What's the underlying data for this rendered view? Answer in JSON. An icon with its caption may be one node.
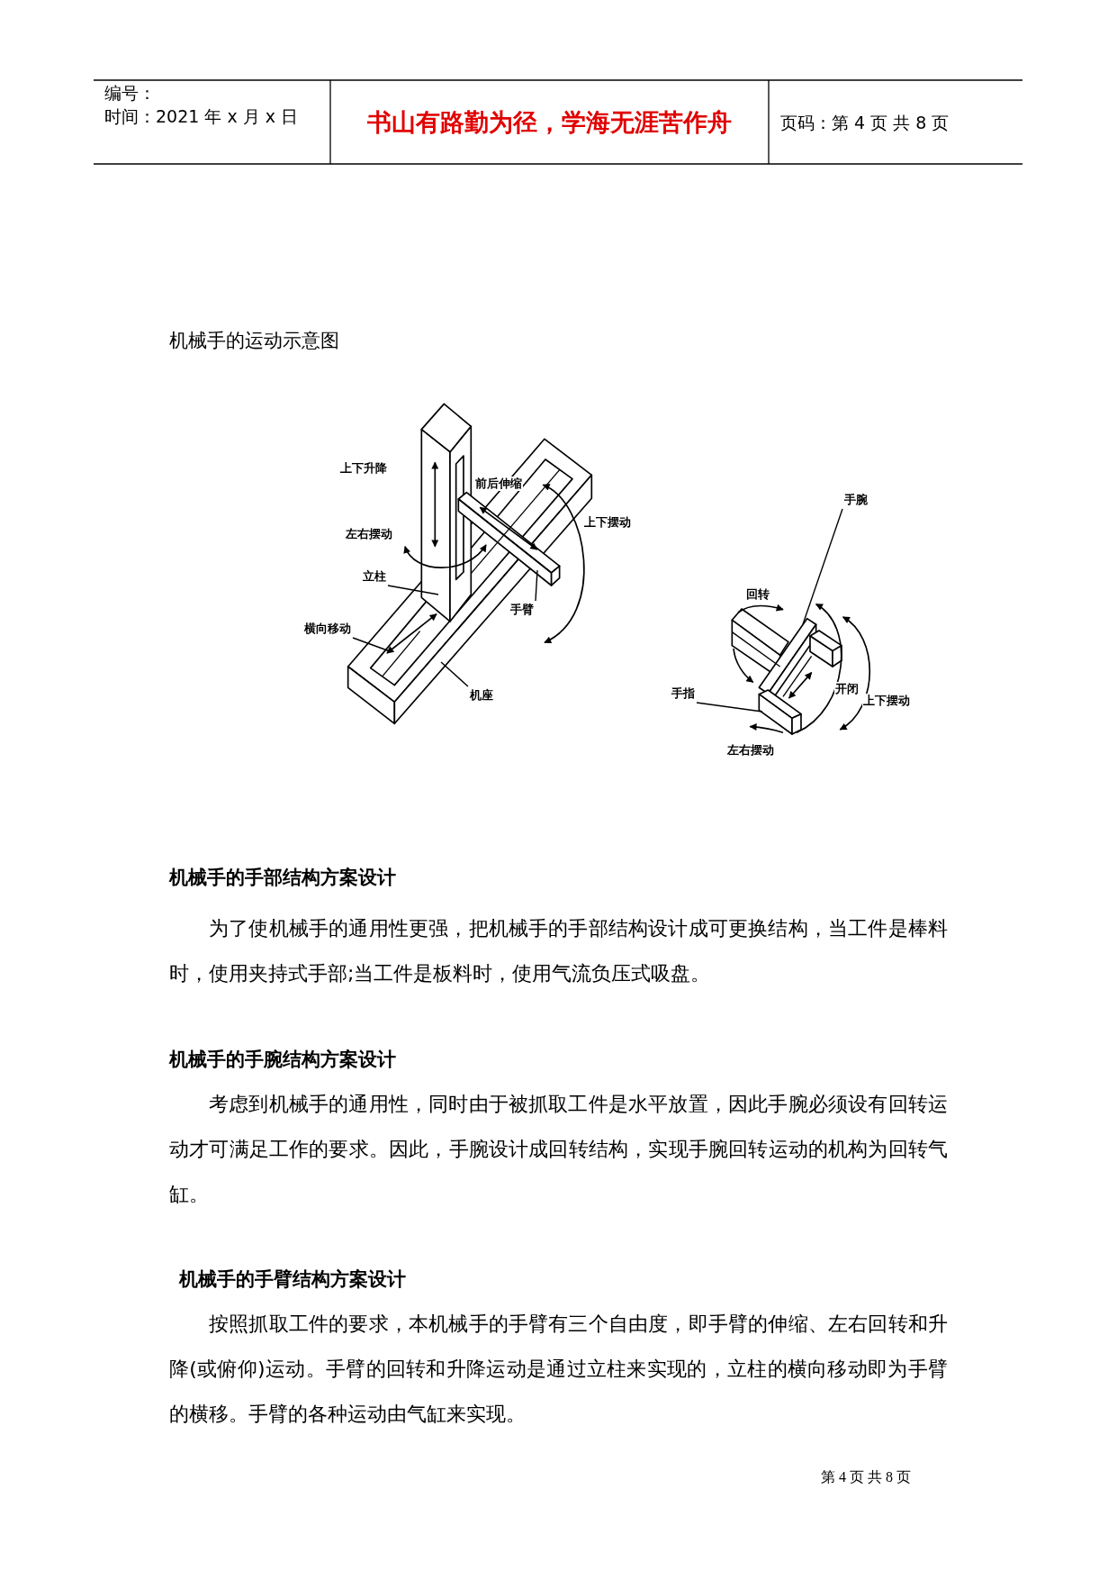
{
  "diagram": {
    "title": "机械手的运动示意图",
    "nodes": [
      {
        "text": [
          "立柱"
        ]
      },
      {
        "text": [
          "手臂"
        ]
      },
      {
        "text": [
          "横向移动"
        ]
      },
      {
        "text": [
          "机座"
        ]
      },
      {
        "text": [
          "手腕"
        ]
      },
      {
        "text": [
          "手指"
        ]
      }
    ],
    "edges": [
      {
        "from": 0,
        "to": null,
        "arrow": "none"
      },
      {
        "from": 1,
        "to": null,
        "arrow": "none"
      },
      {
        "from": 2,
        "to": null,
        "arrow": "none"
      },
      {
        "from": 3,
        "to": null,
        "arrow": "none"
      },
      {
        "from": 4,
        "to": null,
        "arrow": "none"
      },
      {
        "from": 5,
        "to": null,
        "arrow": "none"
      }
    ],
    "labels": [
      "编号：",
      "时间：2021 年 x 月 x 日",
      "书山有路勤为径，学海无涯苦作舟",
      "页码：第 4 页 共 8 页",
      "上下升降",
      "前后伸缩",
      "左右摆动",
      "上下摆动",
      "回转",
      "开闭",
      "上下摆动",
      "左右摆动",
      "机械手的手部结构方案设计",
      "为了使机械手的通用性更强，把机械手的手部结构设计成可更换结构，当工件是棒料时，使用夹持式手部;当工件是板料时，使用气流负压式吸盘。",
      "机械手的手腕结构方案设计",
      "考虑到机械手的通用性，同时由于被抓取工件是水平放置，因此手腕必须设有回转运动才可满足工作的要求。因此，手腕设计成回转结构，实现手腕回转运动的机构为回转气缸。",
      "机械手的手臂结构方案设计",
      "按照抓取工件的要求，本机械手的手臂有三个自由度，即手臂的伸缩、左右回转和升降(或俯仰)运动。手臂的回转和升降运动是通过立柱来实现的，立柱的横向移动即为手臂的横移。手臂的各种运动由气缸来实现。",
      "第 4 页 共 8 页"
    ]
  }
}
